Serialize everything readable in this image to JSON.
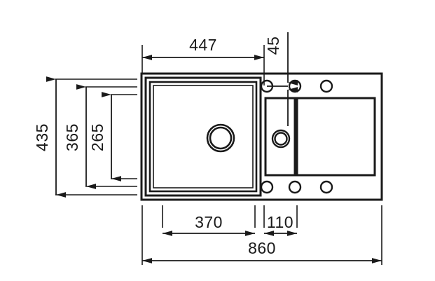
{
  "drawing": {
    "title": "Kitchen sink technical dimension drawing",
    "units": "mm",
    "line_color": "#1a1a1a",
    "background_color": "#ffffff",
    "dimensions": {
      "top_width_inner": "447",
      "hole_offset": "45",
      "overall_height": "435",
      "basin_outer_height": "365",
      "basin_inner_height": "265",
      "basin_width": "370",
      "small_basin_width": "110",
      "overall_width": "860"
    },
    "labels": {
      "d447": "447",
      "d45": "45",
      "d435": "435",
      "d365": "365",
      "d265": "265",
      "d370": "370",
      "d110": "110",
      "d860": "860"
    },
    "parts": {
      "main_basin": "main-basin",
      "small_basin": "small-basin",
      "drainboard": "drainboard",
      "main_drain": "main-drain",
      "small_drain": "small-drain",
      "tap_holes_top_count": 3,
      "tap_holes_bottom_count": 3
    }
  }
}
